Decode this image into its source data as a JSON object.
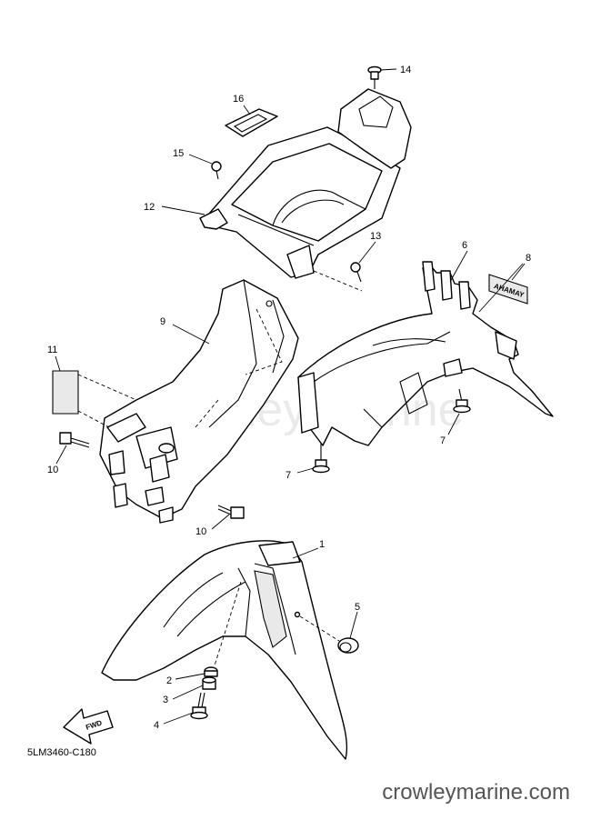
{
  "callouts": {
    "c1": "1",
    "c2": "2",
    "c3": "3",
    "c4": "4",
    "c5": "5",
    "c6": "6",
    "c7a": "7",
    "c7b": "7",
    "c8": "8",
    "c9": "9",
    "c10a": "10",
    "c10b": "10",
    "c11": "11",
    "c12": "12",
    "c13": "13",
    "c14": "14",
    "c15": "15",
    "c16": "16"
  },
  "diagram_code": "5LM3460-C180",
  "decal_text": "AHAMAY",
  "fwd_text": "FWD",
  "watermark": "Crowley Marine",
  "footer_brand": "crowleymarine.com"
}
